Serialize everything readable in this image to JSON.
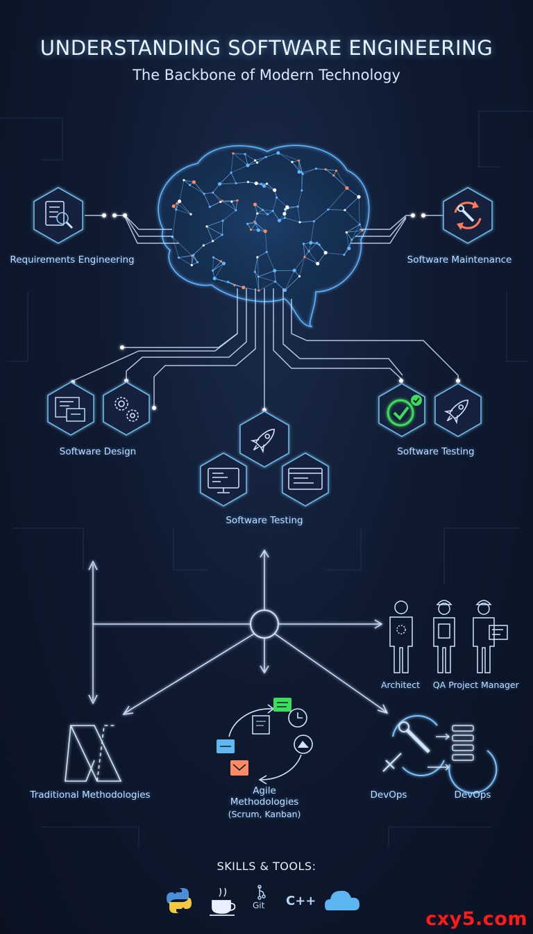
{
  "title": "UNDERSTANDING SOFTWARE ENGINEERING",
  "subtitle": "The Backbone of Modern Technology",
  "nodes": {
    "requirements": "Requirements Engineering",
    "maintenance": "Software Maintenance",
    "design": "Software Design",
    "testing_right": "Software Testing",
    "testing_center": "Software Testing"
  },
  "roles": {
    "architect": "Architect",
    "qa": "QA",
    "pm": "Project Manager"
  },
  "methodologies": {
    "traditional": "Traditional Methodologies",
    "agile_line1": "Agile",
    "agile_line2": "Methodologies",
    "agile_line3": "(Scrum, Kanban)",
    "devops_left": "DevOps",
    "devops_right": "DevOps"
  },
  "skills": {
    "heading": "SKILLS & TOOLS:",
    "tools": [
      "python-icon",
      "java-icon",
      "git-icon",
      "cpp-icon",
      "cloud-icon"
    ],
    "git_label": "Git",
    "cpp_label": "C++"
  },
  "watermark": "cxy5.com",
  "colors": {
    "background": "#0f1a30",
    "line": "#cfe2ff",
    "hex_stroke": "#6fb8e8",
    "brain_blue": "#5fb4ff",
    "brain_orange": "#ff8a5c",
    "check_green": "#3ddc5a",
    "watermark": "#ff1a1a"
  }
}
